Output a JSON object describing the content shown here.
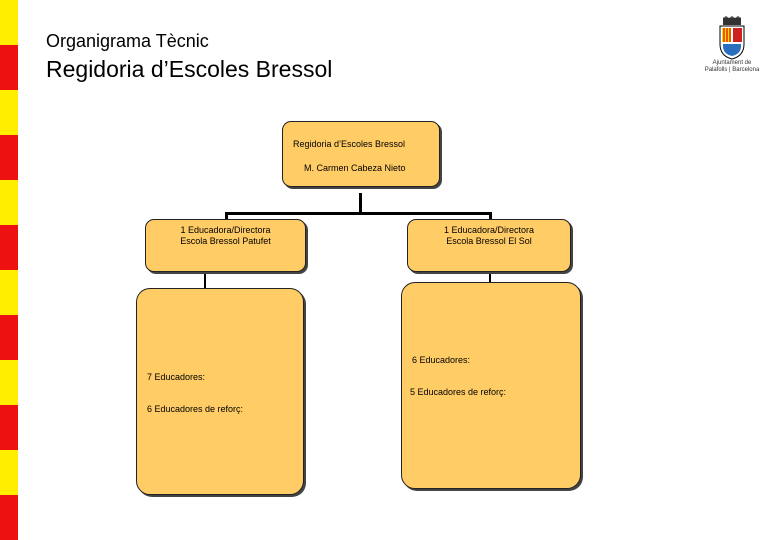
{
  "header": {
    "subtitle": "Organigrama Tècnic",
    "title": "Regidoria d’Escoles Bressol"
  },
  "logo": {
    "line1": "Ajuntament de",
    "line2": "Palafolls | Barcelona",
    "icon": "municipal-coat-of-arms"
  },
  "colors": {
    "stripe_red": "#ee1111",
    "stripe_yellow": "#ffee00",
    "box_fill": "#ffcc66"
  },
  "org": {
    "root": {
      "title": "Regidoria d’Escoles Bressol",
      "person": "M. Carmen Cabeza Nieto"
    },
    "left": {
      "head_line1": "1 Educadora/Directora",
      "head_line2": "Escola Bressol Patufet",
      "staff1": "7 Educadores:",
      "staff2": "6 Educadores de reforç:"
    },
    "right": {
      "head_line1": "1 Educadora/Directora",
      "head_line2": "Escola Bressol El Sol",
      "staff1": "6 Educadores:",
      "staff2": "5 Educadores de reforç:"
    }
  }
}
